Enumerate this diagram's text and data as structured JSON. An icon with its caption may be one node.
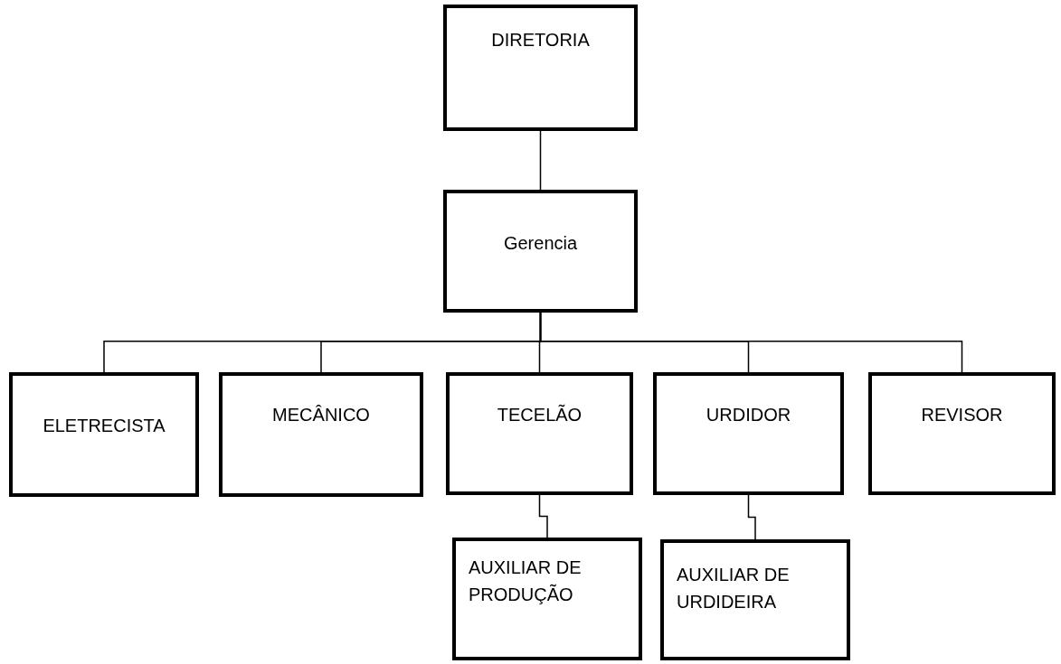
{
  "diagram": {
    "nodes": [
      {
        "text": [
          "DIRETORIA"
        ]
      },
      {
        "text": [
          "Gerencia"
        ]
      },
      {
        "text": [
          "ELETRECISTA"
        ]
      },
      {
        "text": [
          "MECÂNICO"
        ]
      },
      {
        "text": [
          "TECELÃO"
        ]
      },
      {
        "text": [
          "URDIDOR"
        ]
      },
      {
        "text": [
          "REVISOR"
        ]
      },
      {
        "text": [
          "AUXILIAR DE PRODUÇÃO"
        ]
      },
      {
        "text": [
          "AUXILIAR DE URDIDEIRA"
        ]
      }
    ],
    "edges": [
      {
        "from": 0,
        "to": 1,
        "arrow": "none"
      },
      {
        "from": 1,
        "to": 2,
        "arrow": "none"
      },
      {
        "from": 1,
        "to": 3,
        "arrow": "none"
      },
      {
        "from": 1,
        "to": 4,
        "arrow": "none"
      },
      {
        "from": 1,
        "to": 5,
        "arrow": "none"
      },
      {
        "from": 1,
        "to": 6,
        "arrow": "none"
      },
      {
        "from": 4,
        "to": 7,
        "arrow": "none"
      },
      {
        "from": 5,
        "to": 8,
        "arrow": "none"
      }
    ]
  }
}
